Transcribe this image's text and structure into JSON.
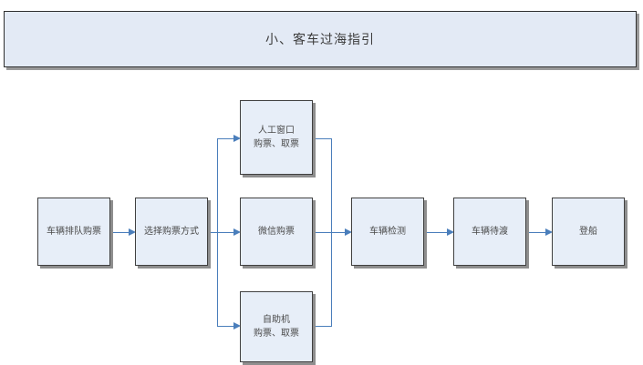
{
  "header": {
    "title": "小、客车过海指引"
  },
  "flow": {
    "nodes": [
      {
        "id": "queue-buy-ticket",
        "label": "车辆排队购票",
        "line2": ""
      },
      {
        "id": "choose-method",
        "label": "选择购票方式",
        "line2": ""
      },
      {
        "id": "manual-window",
        "label": "人工窗口",
        "line2": "购票、取票"
      },
      {
        "id": "wechat-ticket",
        "label": "微信购票",
        "line2": ""
      },
      {
        "id": "self-service",
        "label": "自助机",
        "line2": "购票、取票"
      },
      {
        "id": "vehicle-inspection",
        "label": "车辆检测",
        "line2": ""
      },
      {
        "id": "waiting-ferry",
        "label": "车辆待渡",
        "line2": ""
      },
      {
        "id": "boarding",
        "label": "登船",
        "line2": ""
      }
    ]
  },
  "colors": {
    "node_fill": "#e7eef8",
    "node_border": "#404040",
    "banner_fill": "#e3eaf5",
    "connector": "#4a7ebb",
    "shadow": "#8e8e8e",
    "text": "#4a4a4a",
    "page_background": "#ffffff"
  }
}
